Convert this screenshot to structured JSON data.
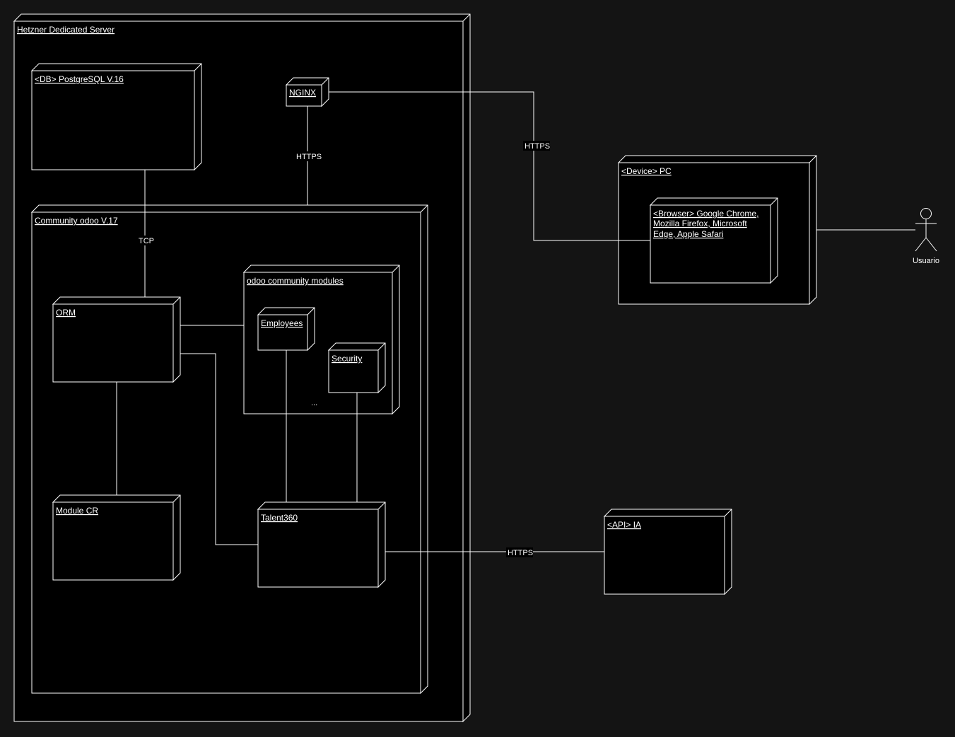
{
  "nodes": {
    "hetzner": "Hetzner Dedicated Server",
    "postgres": "<DB> PostgreSQL V.16",
    "nginx": "NGINX",
    "odoo": "Community odoo V.17",
    "modules": "odoo community modules",
    "employees": "Employees",
    "security": "Security",
    "modules_more": "...",
    "orm": "ORM",
    "module_cr": "Module CR",
    "talent360": "Talent360",
    "device_pc": "<Device> PC",
    "browser_line1": "<Browser> Google Chrome,",
    "browser_line2": "Mozilla Firefox, Microsoft",
    "browser_line3": "Edge, Apple Safari",
    "api_ia": "<API> IA"
  },
  "actor": {
    "name": "Usuario"
  },
  "edges": {
    "nginx_odoo": "HTTPS",
    "nginx_browser": "HTTPS",
    "postgres_orm": "TCP",
    "talent_api": "HTTPS"
  }
}
